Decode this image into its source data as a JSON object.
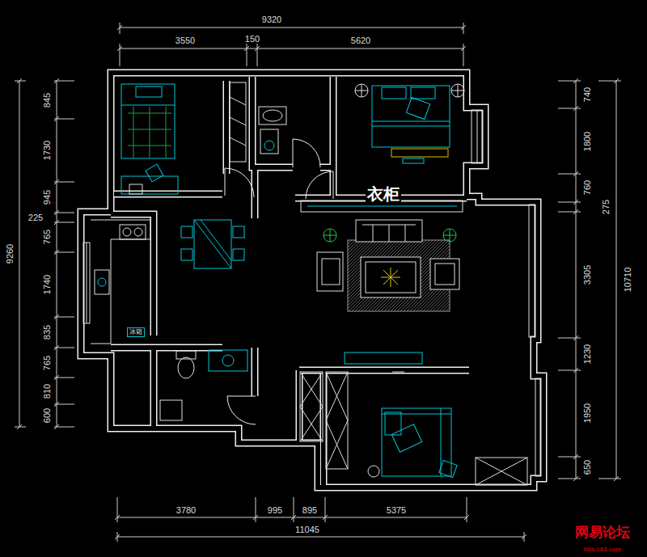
{
  "diagram": {
    "nodes": [
      {
        "text": [
          "冰箱"
        ]
      }
    ],
    "labels": [
      "9320",
      "3550",
      "150",
      "5620",
      "845",
      "1730",
      "945",
      "225",
      "765",
      "1740",
      "835",
      "765",
      "810",
      "600",
      "9260",
      "740",
      "1800",
      "760",
      "275",
      "3305",
      "1230",
      "1950",
      "650",
      "10710",
      "3780",
      "995",
      "895",
      "5375",
      "11045",
      "衣柜",
      "网易论坛",
      "bbs.163.com"
    ]
  }
}
